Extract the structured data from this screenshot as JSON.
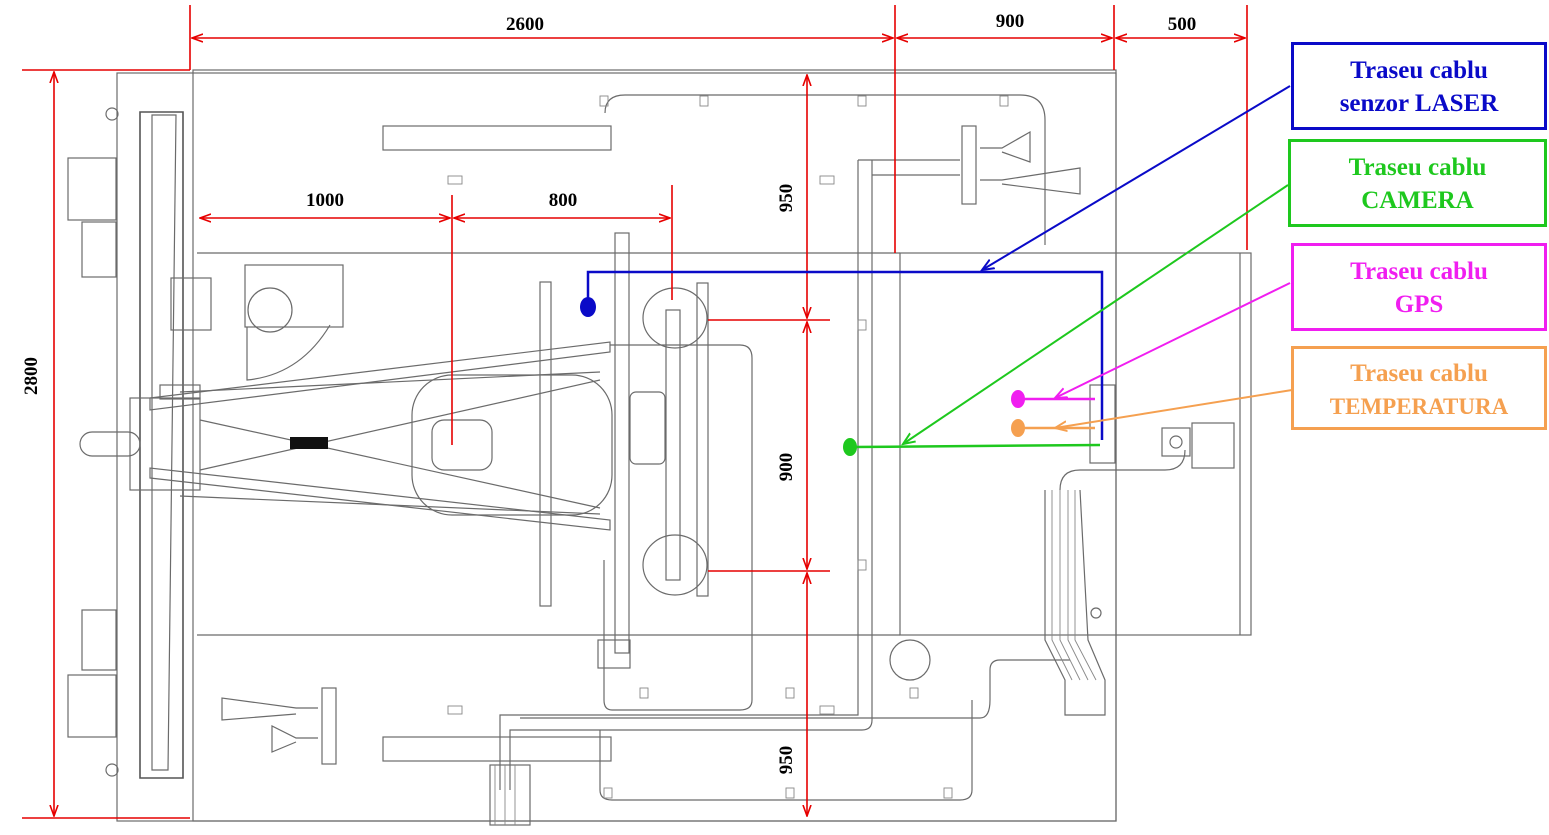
{
  "dimensions": {
    "top_total": "2600",
    "top_mid": "900",
    "top_right": "500",
    "left_total": "2800",
    "inner_1000": "1000",
    "inner_800": "800",
    "vert_950_top": "950",
    "vert_900": "900",
    "vert_950_bottom": "950"
  },
  "legend": {
    "laser": {
      "line1": "Traseu  cablu",
      "line2": "senzor LASER",
      "color": "#0a0ac8"
    },
    "camera": {
      "line1": "Traseu  cablu",
      "line2": "CAMERA",
      "color": "#1ec81e"
    },
    "gps": {
      "line1": "Traseu  cablu",
      "line2": "GPS",
      "color": "#f01ef0"
    },
    "temperatura": {
      "line1": "Traseu  cablu",
      "line2": "TEMPERATURA",
      "color": "#f5a050"
    }
  },
  "colors": {
    "dimension": "#e60000",
    "drawing": "#6b6b6b"
  }
}
